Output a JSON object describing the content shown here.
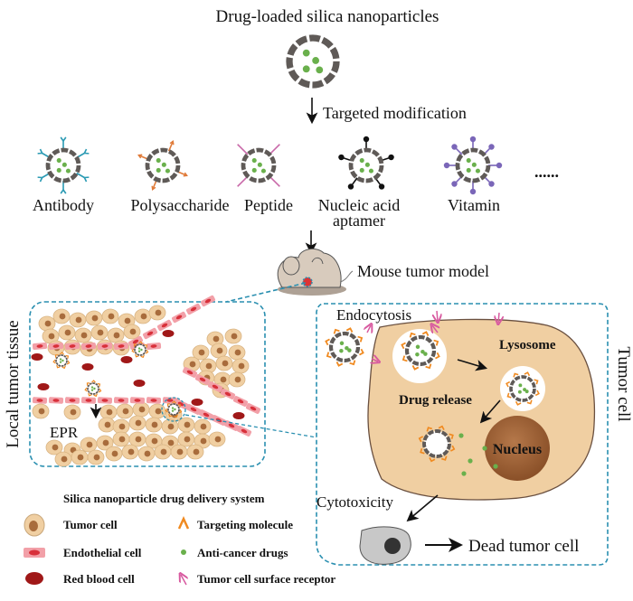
{
  "title": "Drug-loaded silica nanoparticles",
  "step1_label": "Targeted modification",
  "ligands": [
    {
      "label": "Antibody",
      "label2": "",
      "color": "#2a9ab3",
      "type": "antibody"
    },
    {
      "label": "Polysaccharide",
      "label2": "",
      "color": "#e07b39",
      "type": "arrow"
    },
    {
      "label": "Peptide",
      "label2": "",
      "color": "#c868a8",
      "type": "line"
    },
    {
      "label": "Nucleic acid",
      "label2": "aptamer",
      "color": "#111111",
      "type": "dot"
    },
    {
      "label": "Vitamin",
      "label2": "",
      "color": "#7a66b8",
      "type": "dot"
    }
  ],
  "ellipsis": "......",
  "mouse_label": "Mouse tumor model",
  "left_panel": {
    "side_label": "Local tumor tissue",
    "epr_label": "EPR"
  },
  "right_panel": {
    "side_label": "Tumor cell",
    "endocytosis": "Endocytosis",
    "lysosome": "Lysosome",
    "drug_release": "Drug release",
    "nucleus": "Nucleus",
    "cytotoxicity": "Cytotoxicity",
    "dead_cell": "Dead tumor cell"
  },
  "legend": [
    {
      "label": "Silica nanoparticle drug delivery system",
      "icon": "nanoparticle-icon"
    },
    {
      "label": "Tumor cell",
      "icon": "tumor-cell-icon"
    },
    {
      "label": "Targeting molecule",
      "icon": "targeting-molecule-icon"
    },
    {
      "label": "Endothelial cell",
      "icon": "endothelial-cell-icon"
    },
    {
      "label": "Anti-cancer drugs",
      "icon": "drug-dot-icon"
    },
    {
      "label": "Red blood cell",
      "icon": "red-blood-cell-icon"
    },
    {
      "label": "Tumor cell surface receptor",
      "icon": "receptor-icon"
    }
  ],
  "colors": {
    "shell": "#5f5a57",
    "drug": "#6ab04c",
    "tumor_cell": "#f0cfa2",
    "tumor_nucleus": "#a86c3c",
    "endothelial": "#f2a0a8",
    "endothelial_core": "#d8303a",
    "rbc": "#a01818",
    "dash": "#2a8fb0",
    "targeting": "#f08a20",
    "receptor": "#d85aa0",
    "dead_cell": "#c8c8c8"
  }
}
